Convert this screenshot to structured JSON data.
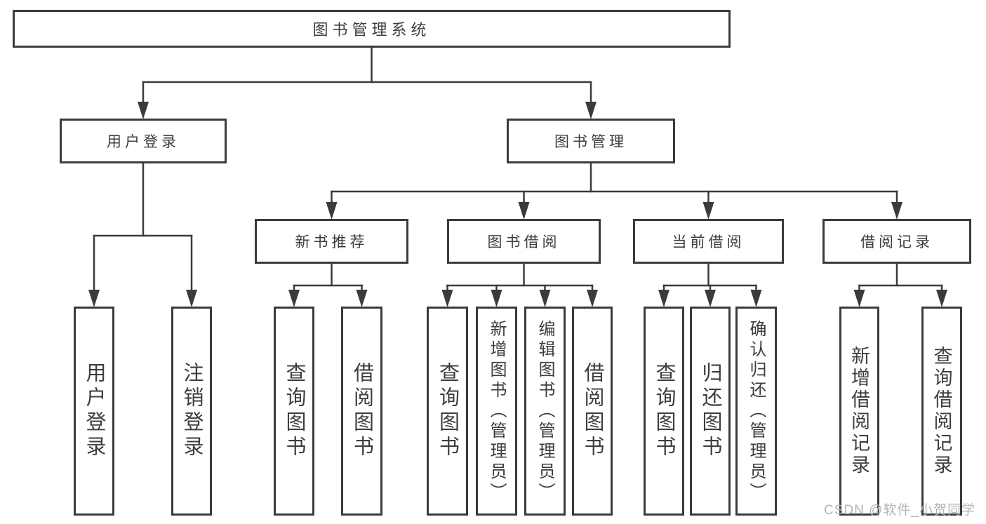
{
  "diagram_title": "图书管理系统",
  "tree": {
    "id": "library-system",
    "label": "图书管理系统",
    "children": [
      {
        "id": "user-login",
        "label": "用户登录",
        "children": [
          {
            "id": "user-login-leaf",
            "label": "用户登录"
          },
          {
            "id": "logout-leaf",
            "label": "注销登录"
          }
        ]
      },
      {
        "id": "book-management",
        "label": "图书管理",
        "children": [
          {
            "id": "new-book-recommend",
            "label": "新书推荐",
            "children": [
              {
                "id": "nbr-query-book",
                "label": "查询图书"
              },
              {
                "id": "nbr-borrow-book",
                "label": "借阅图书"
              }
            ]
          },
          {
            "id": "book-borrowing",
            "label": "图书借阅",
            "children": [
              {
                "id": "bb-query-book",
                "label": "查询图书"
              },
              {
                "id": "bb-add-book-admin",
                "label": "新增图书（管理员）"
              },
              {
                "id": "bb-edit-book-admin",
                "label": "编辑图书（管理员）"
              },
              {
                "id": "bb-borrow-book",
                "label": "借阅图书"
              }
            ]
          },
          {
            "id": "current-borrowing",
            "label": "当前借阅",
            "children": [
              {
                "id": "cb-query-book",
                "label": "查询图书"
              },
              {
                "id": "cb-return-book",
                "label": "归还图书"
              },
              {
                "id": "cb-confirm-return-admin",
                "label": "确认归还（管理员）"
              }
            ]
          },
          {
            "id": "borrow-records",
            "label": "借阅记录",
            "children": [
              {
                "id": "br-add-record",
                "label": "新增借阅记录"
              },
              {
                "id": "br-query-record",
                "label": "查询借阅记录"
              }
            ]
          }
        ]
      }
    ]
  },
  "watermark": "CSDN @软件_小贺同学",
  "colors": {
    "background": "#ffffff",
    "box_background": "#ffffff",
    "line": "#3b3b3b",
    "text": "#3d3d3d",
    "watermark": "#b3b3b3"
  }
}
